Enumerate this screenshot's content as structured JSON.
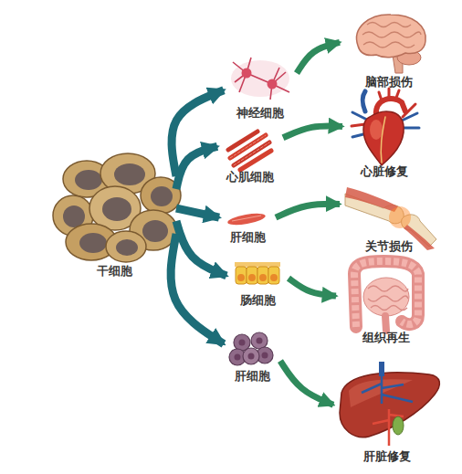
{
  "diagram": {
    "nodes": [
      {
        "text": [
          "干细胞"
        ]
      },
      {
        "text": [
          "神经细胞"
        ]
      },
      {
        "text": [
          "心肌细胞"
        ]
      },
      {
        "text": [
          "肝细胞"
        ]
      },
      {
        "text": [
          "肠细胞"
        ]
      },
      {
        "text": [
          "肝细胞"
        ]
      },
      {
        "text": [
          "脑部损伤"
        ]
      },
      {
        "text": [
          "心脏修复"
        ]
      },
      {
        "text": [
          "关节损伤"
        ]
      },
      {
        "text": [
          "组织再生"
        ]
      },
      {
        "text": [
          "肝脏修复"
        ]
      }
    ],
    "edges": [
      {
        "from": 0,
        "to": 1,
        "arrow": "to"
      },
      {
        "from": 0,
        "to": 2,
        "arrow": "to"
      },
      {
        "from": 0,
        "to": 3,
        "arrow": "to"
      },
      {
        "from": 0,
        "to": 4,
        "arrow": "to"
      },
      {
        "from": 0,
        "to": 5,
        "arrow": "to"
      },
      {
        "from": 1,
        "to": 6,
        "arrow": "to"
      },
      {
        "from": 2,
        "to": 7,
        "arrow": "to"
      },
      {
        "from": 3,
        "to": 8,
        "arrow": "to"
      },
      {
        "from": 4,
        "to": 9,
        "arrow": "to"
      },
      {
        "from": 5,
        "to": 10,
        "arrow": "to"
      }
    ]
  }
}
